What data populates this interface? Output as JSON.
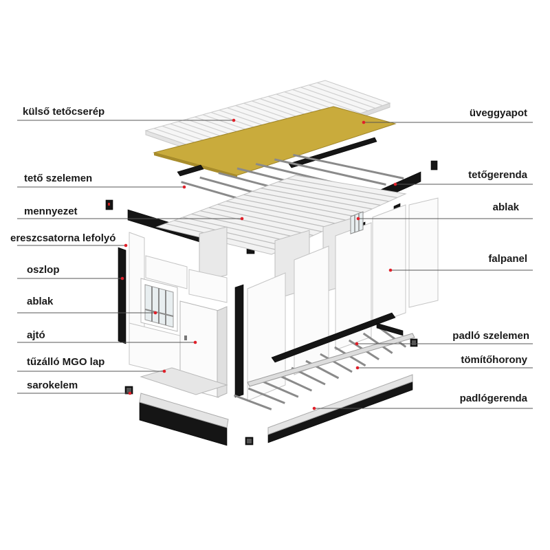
{
  "labels": {
    "outer_roof_tile": "külső tetőcserép",
    "glass_wool": "üveggyapot",
    "roof_purlin": "tető szelemen",
    "roof_beam": "tetőgerenda",
    "ceiling": "mennyezet",
    "window_right": "ablak",
    "gutter_drain": "ereszcsatorna lefolyó",
    "wall_panel": "falpanel",
    "column": "oszlop",
    "window_left": "ablak",
    "door": "ajtó",
    "floor_purlin": "padló szelemen",
    "sealing_groove": "tömítőhorony",
    "mgo_board": "tűzálló MGO lap",
    "corner_piece": "sarokelem",
    "floor_beam": "padlógerenda"
  },
  "colors": {
    "beam": "#151515",
    "panel": "#fbfbfb",
    "glass_wool": "#c9ab3c",
    "marker": "#e0202a",
    "leader": "#555555"
  }
}
